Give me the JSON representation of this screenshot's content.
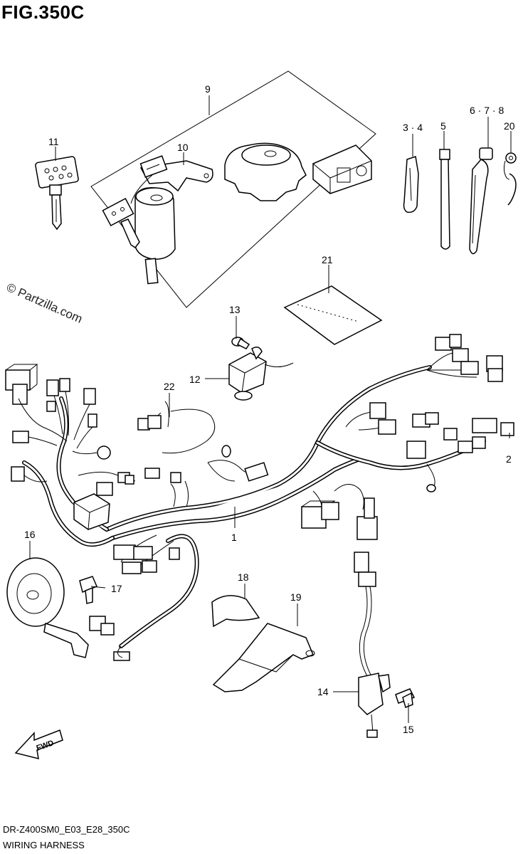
{
  "figure": {
    "title": "FIG.350C",
    "watermark": "© Partzilla.com",
    "code": "DR-Z400SM0_E03_E28_350C",
    "name": "WIRING HARNESS"
  },
  "parts": {
    "p1": "1",
    "p2": "2",
    "p3_4": "3 · 4",
    "p5": "5",
    "p6_7_8": "6 · 7 · 8",
    "p9": "9",
    "p10": "10",
    "p11": "11",
    "p12": "12",
    "p13": "13",
    "p14": "14",
    "p15": "15",
    "p16": "16",
    "p17": "17",
    "p18": "18",
    "p19": "19",
    "p20": "20",
    "p21": "21",
    "p22": "22"
  },
  "fwd_arrow": {
    "label": "FWD"
  }
}
